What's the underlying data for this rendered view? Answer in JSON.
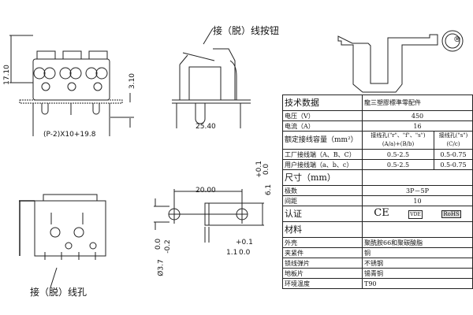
{
  "drawing": {
    "callout_top": "接（脱）线按钮",
    "callout_bottom": "接（脱）线孔",
    "dim_height": "17.10",
    "dim_pin": "3.10",
    "dim_width_formula": "(P-2)X10+19.8",
    "dim_depth": "25.40",
    "dim_pitch": "20.00",
    "dim_hole_h": "6.1",
    "dim_hole_h_tol_plus": "+0.1",
    "dim_hole_h_tol_minus": "0.0",
    "dim_slot": "1.1",
    "dim_slot_tol_plus": "+0.1",
    "dim_slot_tol_minus": "0.0",
    "dim_dia": "Ø3.7",
    "dim_dia_tol_plus": "0.0",
    "dim_dia_tol_minus": "-0.2",
    "logo_mark": "®"
  },
  "table": {
    "title": "技术数据",
    "title_value": "龍三塑膠標準零配件",
    "voltage_label": "电压（V）",
    "voltage": "450",
    "current_label": "电流（A）",
    "current": "16",
    "rated_label": "额定接线容量（mm²）",
    "rated_col1": "接线孔(\"r\"、\"f\"、\"s\")(A/a)+(B/b)",
    "rated_col2": "接线孔(\"s\")(C/c)",
    "factory_label": "工厂接线端（A、B、C）",
    "factory_1": "0.5-2.5",
    "factory_2": "0.5-0.75",
    "user_label": "用户接线端（a、b、c）",
    "user_1": "0.5-2.5",
    "user_2": "0.5-0.75",
    "size_label": "尺寸（mm）",
    "poles_label": "极数",
    "poles": "3P－5P",
    "pitch_label": "间距",
    "pitch": "10",
    "cert_label": "认证",
    "cert": [
      "CE",
      "VDE",
      "RoHS"
    ],
    "material_label": "材料",
    "housing_label": "外壳",
    "housing": "聚酰胺66和聚碳酸脂",
    "clamp_label": "夹紧件",
    "clamp": "铜",
    "spring_label": "锁线弹片",
    "spring": "不锈钢",
    "base_label": "地板片",
    "base": "锡青铜",
    "temp_label": "环境温度",
    "temp": "T90"
  }
}
